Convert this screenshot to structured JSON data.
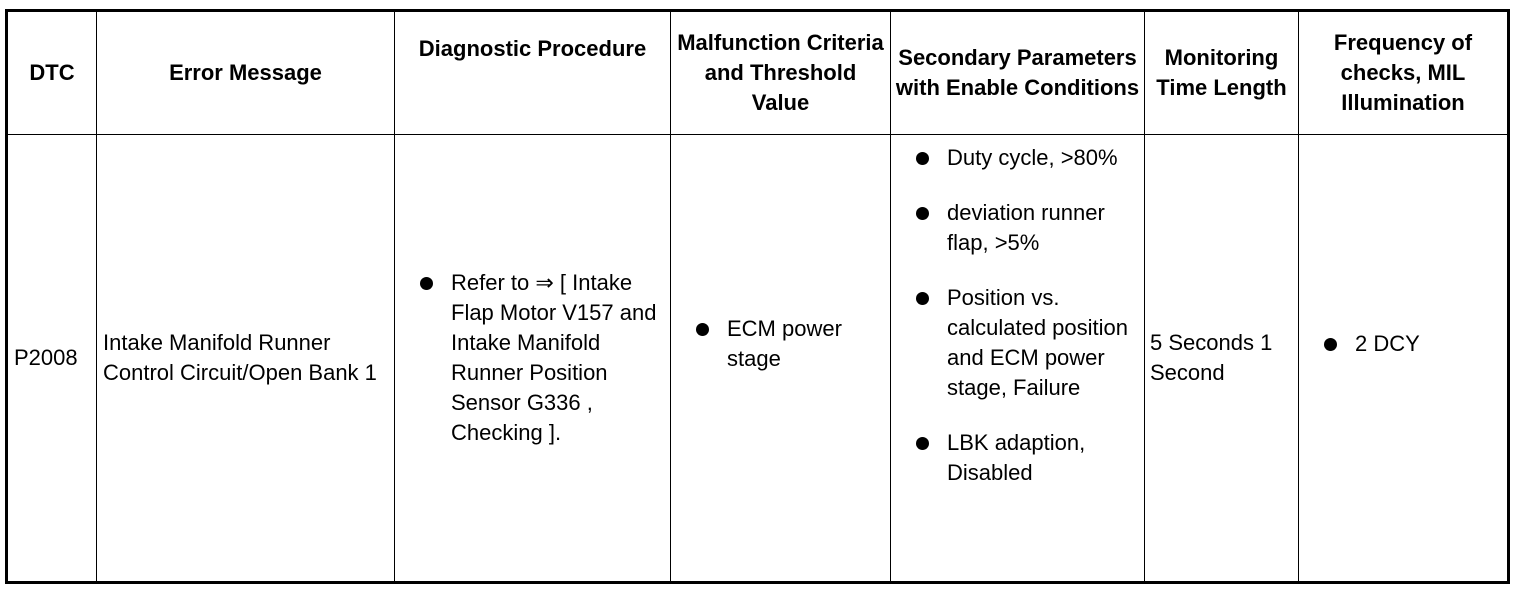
{
  "table": {
    "headers": {
      "dtc": "DTC",
      "error_message": "Error Message",
      "diagnostic_procedure": "Diagnostic Procedure",
      "malfunction_criteria": "Malfunction Criteria and Threshold Value",
      "secondary_parameters": "Secondary Parameters with Enable Conditions",
      "monitoring_time": "Monitoring Time Length",
      "frequency": "Frequency of checks, MIL Illumination"
    },
    "rows": [
      {
        "dtc": "P2008",
        "error_message": "Intake Manifold Runner Control Circuit/Open Bank 1",
        "diagnostic_procedure": [
          "Refer to ⇒ [ Intake Flap Motor V157 and Intake Manifold Runner Position Sensor G336 , Checking ]."
        ],
        "malfunction_criteria": [
          "ECM power stage"
        ],
        "secondary_parameters": [
          "Duty cycle, >80%",
          "deviation runner flap, >5%",
          "Position vs. calculated position and ECM power stage, Failure",
          "LBK adaption, Disabled"
        ],
        "monitoring_time": "5 Seconds 1 Second",
        "frequency": [
          "2 DCY"
        ]
      }
    ]
  }
}
